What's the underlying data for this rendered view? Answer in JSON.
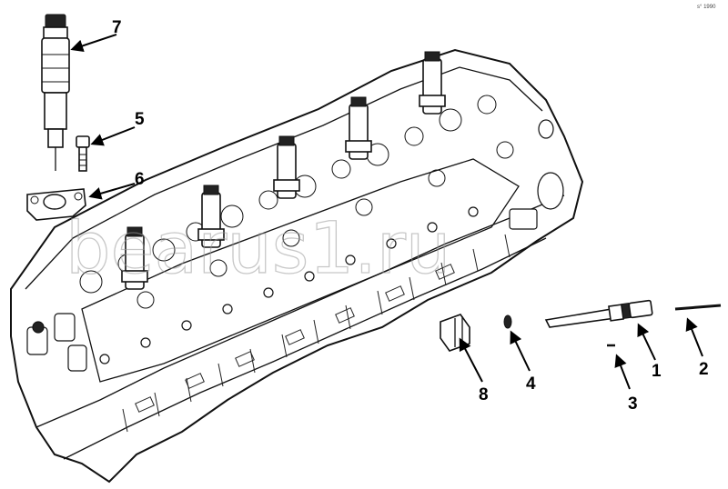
{
  "diagram": {
    "corner_mark": "s° 1990",
    "watermark": "bearus1.ru",
    "callouts": [
      {
        "id": "1",
        "label": "1"
      },
      {
        "id": "2",
        "label": "2"
      },
      {
        "id": "3",
        "label": "3"
      },
      {
        "id": "4",
        "label": "4"
      },
      {
        "id": "5",
        "label": "5"
      },
      {
        "id": "6",
        "label": "6"
      },
      {
        "id": "7",
        "label": "7"
      },
      {
        "id": "8",
        "label": "8"
      }
    ]
  }
}
